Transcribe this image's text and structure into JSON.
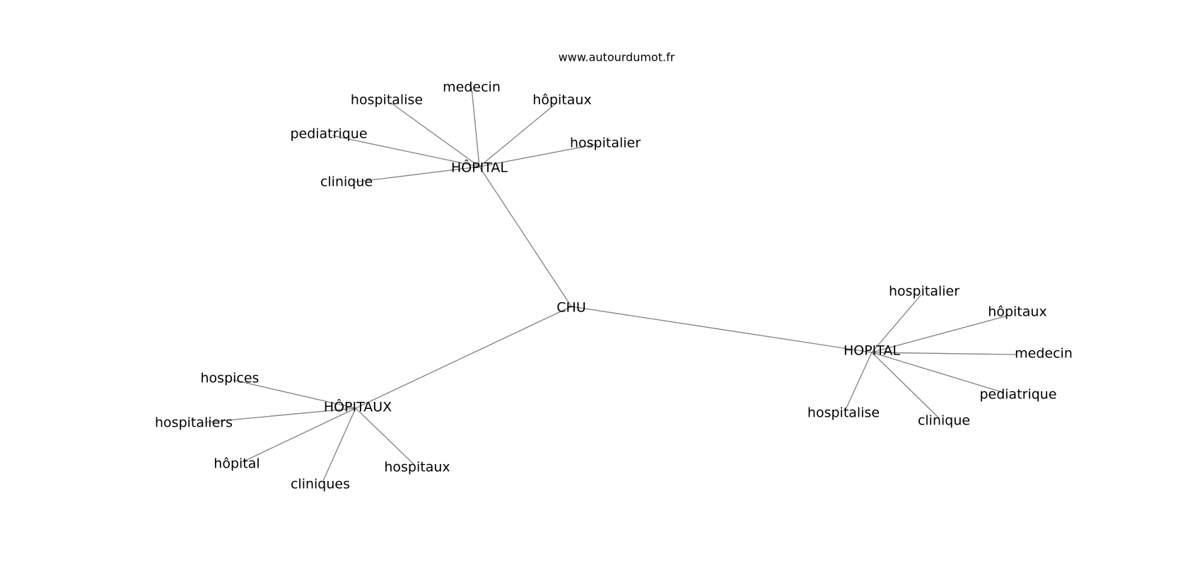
{
  "watermark": "www.autourdumot.fr",
  "graph": {
    "nodes": [
      {
        "id": "chu",
        "label": "CHU"
      },
      {
        "id": "hopital_circ",
        "label": "HÔPITAL"
      },
      {
        "id": "hopital_caps",
        "label": "HOPITAL"
      },
      {
        "id": "hopitaux_circ",
        "label": "HÔPITAUX"
      },
      {
        "id": "h1_medecin",
        "label": "medecin"
      },
      {
        "id": "h1_hospitalise",
        "label": "hospitalise"
      },
      {
        "id": "h1_hopitaux",
        "label": "hôpitaux"
      },
      {
        "id": "h1_pediatrique",
        "label": "pediatrique"
      },
      {
        "id": "h1_hospitalier",
        "label": "hospitalier"
      },
      {
        "id": "h1_clinique",
        "label": "clinique"
      },
      {
        "id": "h2_hospitalier",
        "label": "hospitalier"
      },
      {
        "id": "h2_hopitaux",
        "label": "hôpitaux"
      },
      {
        "id": "h2_medecin",
        "label": "medecin"
      },
      {
        "id": "h2_pediatrique",
        "label": "pediatrique"
      },
      {
        "id": "h2_hospitalise",
        "label": "hospitalise"
      },
      {
        "id": "h2_clinique",
        "label": "clinique"
      },
      {
        "id": "h3_hospices",
        "label": "hospices"
      },
      {
        "id": "h3_hospitaliers",
        "label": "hospitaliers"
      },
      {
        "id": "h3_hopital",
        "label": "hôpital"
      },
      {
        "id": "h3_cliniques",
        "label": "cliniques"
      },
      {
        "id": "h3_hospitaux",
        "label": "hospitaux"
      }
    ],
    "edges": [
      [
        "chu",
        "hopital_circ"
      ],
      [
        "chu",
        "hopital_caps"
      ],
      [
        "chu",
        "hopitaux_circ"
      ],
      [
        "hopital_circ",
        "h1_medecin"
      ],
      [
        "hopital_circ",
        "h1_hospitalise"
      ],
      [
        "hopital_circ",
        "h1_hopitaux"
      ],
      [
        "hopital_circ",
        "h1_pediatrique"
      ],
      [
        "hopital_circ",
        "h1_hospitalier"
      ],
      [
        "hopital_circ",
        "h1_clinique"
      ],
      [
        "hopital_caps",
        "h2_hospitalier"
      ],
      [
        "hopital_caps",
        "h2_hopitaux"
      ],
      [
        "hopital_caps",
        "h2_medecin"
      ],
      [
        "hopital_caps",
        "h2_pediatrique"
      ],
      [
        "hopital_caps",
        "h2_hospitalise"
      ],
      [
        "hopital_caps",
        "h2_clinique"
      ],
      [
        "hopitaux_circ",
        "h3_hospices"
      ],
      [
        "hopitaux_circ",
        "h3_hospitaliers"
      ],
      [
        "hopitaux_circ",
        "h3_hopital"
      ],
      [
        "hopitaux_circ",
        "h3_cliniques"
      ],
      [
        "hopitaux_circ",
        "h3_hospitaux"
      ]
    ]
  }
}
